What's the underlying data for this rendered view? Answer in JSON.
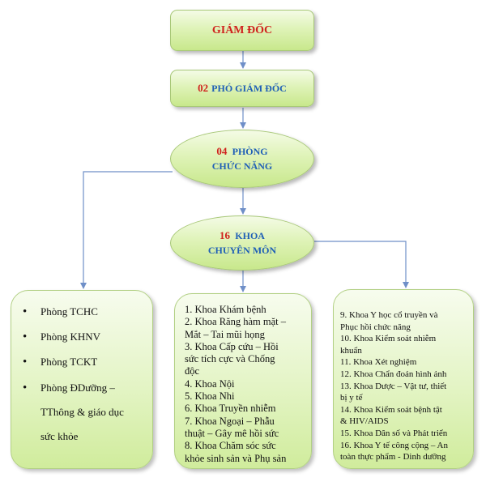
{
  "top": {
    "title": "GIÁM ĐỐC"
  },
  "deputy": {
    "count": "02",
    "label": "PHÓ GIÁM ĐỐC"
  },
  "functional": {
    "count": "04",
    "label1": "PHÒNG",
    "label2": "CHỨC NĂNG"
  },
  "specialty": {
    "count": "16",
    "label1": "KHOA",
    "label2": "CHUYÊN MÔN"
  },
  "offices": [
    {
      "lines": [
        "Phòng TCHC"
      ]
    },
    {
      "lines": [
        "Phòng KHNV"
      ]
    },
    {
      "lines": [
        "Phòng TCKT"
      ]
    },
    {
      "lines": [
        "Phòng ĐDưỡng –",
        "TThông & giáo dục",
        "sức khỏe"
      ]
    }
  ],
  "departments_left": [
    "1. Khoa Khám bệnh",
    "2. Khoa Răng hàm mặt –",
    "Mắt – Tai mũi họng",
    "3. Khoa Cấp cứu – Hồi",
    "sức tích cực và Chống",
    "độc",
    "4. Khoa Nội",
    "5. Khoa Nhi",
    "6. Khoa Truyền nhiễm",
    "7. Khoa Ngoại – Phẫu",
    "thuật – Gây mê hồi sức",
    "8. Khoa Chăm sóc sức",
    "khỏe sinh sản và Phụ sản"
  ],
  "departments_right": [
    "9. Khoa Y học cổ truyền và",
    "Phục hồi chức năng",
    "10. Khoa Kiểm soát nhiễm",
    "khuẩn",
    "11. Khoa Xét nghiệm",
    "12. Khoa Chẩn đoán hình ảnh",
    "13. Khoa Dược – Vật tư, thiết",
    "bị y tế",
    "14. Khoa Kiểm soát bệnh tật",
    "& HIV/AIDS",
    "15. Khoa Dân số và Phát triển",
    "16. Khoa Y tế công cộng – An",
    "toàn thực phẩm - Dinh dưỡng"
  ],
  "colors": {
    "accent_red": "#d0211d",
    "accent_blue": "#1f5fb6",
    "line": "#6f8fc8",
    "fill": "#dff3b8"
  }
}
